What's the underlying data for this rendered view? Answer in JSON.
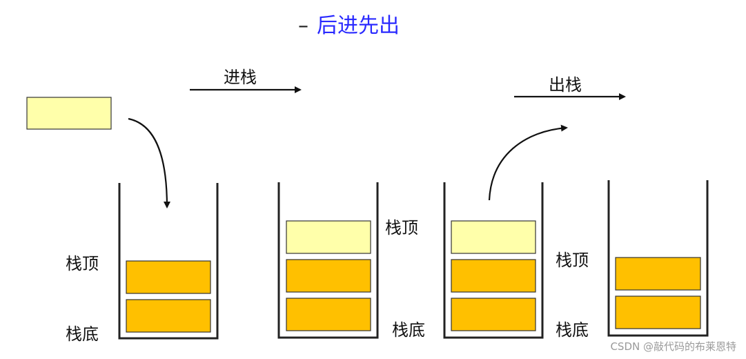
{
  "title": {
    "dash": "–",
    "text": "后进先出"
  },
  "labels": {
    "push": "进栈",
    "pop": "出栈",
    "stack1_top": "栈顶",
    "stack1_bottom": "栈底",
    "stack2_top": "栈顶",
    "stack3_bottom": "栈底",
    "stack4_top": "栈顶",
    "stack4_bottom": "栈底"
  },
  "watermark": "CSDN @敲代码的布莱恩特",
  "colors": {
    "new_element": "#FFFFAA",
    "element": "#FFC000",
    "outline": "#222222",
    "title": "#2A2AFF"
  }
}
